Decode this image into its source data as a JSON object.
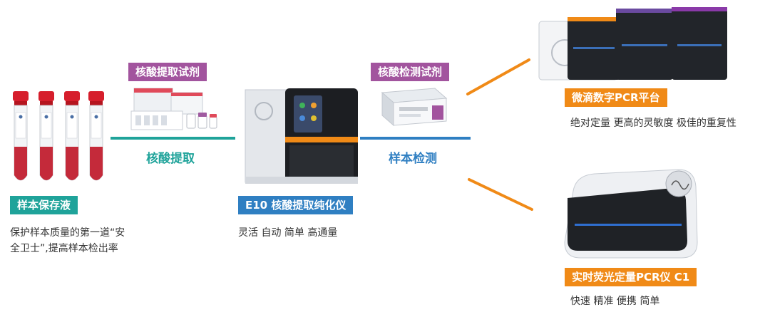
{
  "stages": {
    "preservation": {
      "label": "样本保存液",
      "desc_line1": "保护样本质量的第一道“安",
      "desc_line2": "全卫士”,提高样本检出率"
    },
    "extraction_reagent": {
      "label": "核酸提取试剂"
    },
    "extraction_step": {
      "label": "核酸提取"
    },
    "instrument": {
      "label": "E10 核酸提取纯化仪",
      "desc": "灵活 自动 简单 高通量"
    },
    "detection_reagent": {
      "label": "核酸检测试剂"
    },
    "detection_step": {
      "label": "样本检测"
    },
    "dpcr": {
      "label": "微滴数字PCR平台",
      "desc": "绝对定量 更高的灵敏度 极佳的重复性"
    },
    "qpcr": {
      "label": "实时荧光定量PCR仪 C1",
      "desc": "快速 精准 便携 简单"
    }
  },
  "colors": {
    "teal": "#1fa39a",
    "blue": "#2f7fc2",
    "purple": "#a2549e",
    "orange": "#f08a17",
    "tube_cap": "#d61e2c",
    "liquid": "#c42a3a"
  }
}
